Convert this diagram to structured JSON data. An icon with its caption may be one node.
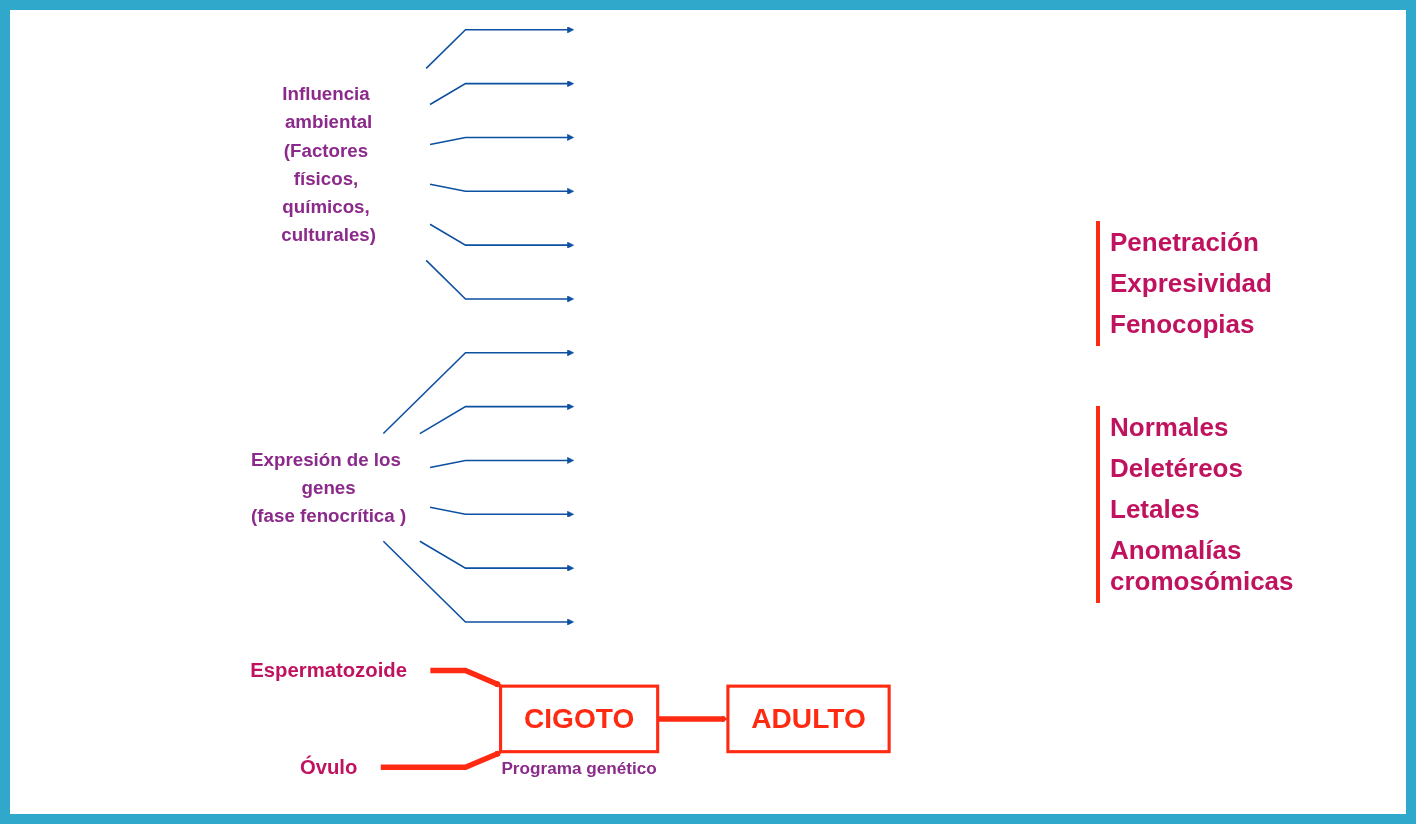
{
  "diagram": {
    "nodes": [
      {
        "text": [
          "Espermatozoide"
        ]
      },
      {
        "text": [
          "Óvulo"
        ]
      },
      {
        "text": [
          "CIGOTO"
        ],
        "beside": [
          "Programa genético"
        ]
      },
      {
        "text": [
          "ADULTO"
        ]
      },
      {
        "text": [
          "Influencia ambiental",
          "(Factores físicos, químicos, culturales)"
        ]
      },
      {
        "text": [
          "Expresión de los genes",
          "(fase fenocrítica )"
        ]
      }
    ],
    "edges": [
      {
        "from": 0,
        "to": 2,
        "arrow": "to",
        "style": "thick",
        "color": "#ff2a12"
      },
      {
        "from": 1,
        "to": 2,
        "arrow": "to",
        "style": "thick",
        "color": "#ff2a12"
      },
      {
        "from": 2,
        "to": 3,
        "arrow": "to",
        "style": "thick",
        "color": "#ff2a12"
      },
      {
        "from": 4,
        "to": null,
        "arrow": "to"
      },
      {
        "from": 4,
        "to": null,
        "arrow": "to"
      },
      {
        "from": 4,
        "to": null,
        "arrow": "to"
      },
      {
        "from": 4,
        "to": null,
        "arrow": "to"
      },
      {
        "from": 4,
        "to": null,
        "arrow": "to"
      },
      {
        "from": 4,
        "to": null,
        "arrow": "to"
      },
      {
        "from": 5,
        "to": null,
        "arrow": "to"
      },
      {
        "from": 5,
        "to": null,
        "arrow": "to"
      },
      {
        "from": 5,
        "to": null,
        "arrow": "to"
      },
      {
        "from": 5,
        "to": null,
        "arrow": "to"
      },
      {
        "from": 5,
        "to": null,
        "arrow": "to"
      },
      {
        "from": 5,
        "to": null,
        "arrow": "to"
      }
    ],
    "labels": [
      "Penetración",
      "Expresividad",
      "Fenocopias",
      "Normales",
      "Deletéreos",
      "Letales",
      "Anomalías cromosómicas"
    ]
  }
}
